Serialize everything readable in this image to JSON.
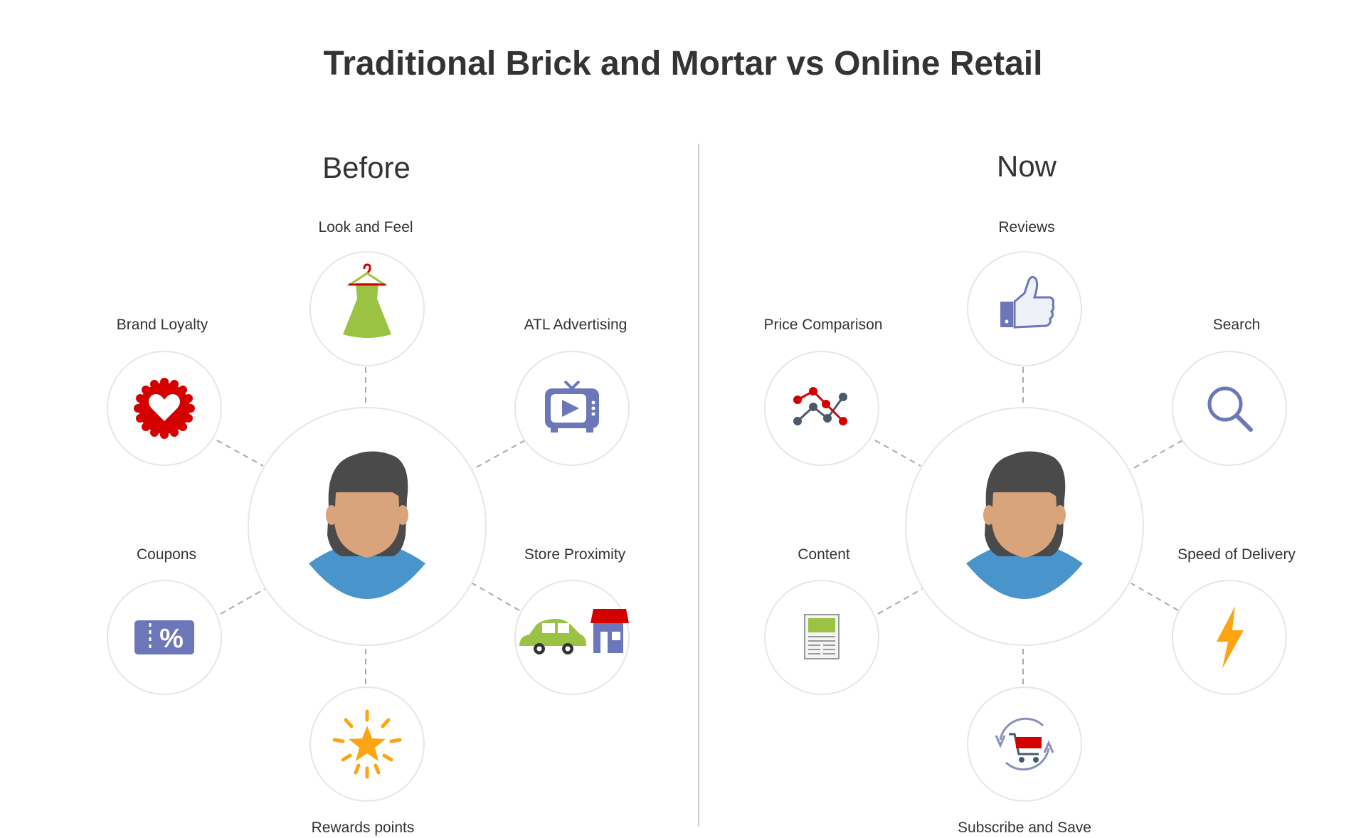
{
  "title": "Traditional Brick and Mortar vs Online Retail",
  "colors": {
    "text": "#333333",
    "circle_stroke": "#e6e6e6",
    "connector": "#aaaaaa",
    "divider": "#cccccc",
    "skin": "#D9A47C",
    "hair": "#4a4a4a",
    "shirt": "#4A94CC",
    "red": "#D40000",
    "green": "#9BC242",
    "blue_gray": "#6B77B8",
    "orange": "#FDA412"
  },
  "before": {
    "heading": "Before",
    "center_icon": "person-avatar-icon",
    "nodes": [
      {
        "label": "Look and Feel",
        "icon": "dress-on-hanger-icon"
      },
      {
        "label": "Brand Loyalty",
        "icon": "heart-badge-icon"
      },
      {
        "label": "ATL Advertising",
        "icon": "tv-play-icon"
      },
      {
        "label": "Coupons",
        "icon": "percent-ticket-icon"
      },
      {
        "label": "Store Proximity",
        "icon": "car-and-store-icon"
      },
      {
        "label": "Rewards points",
        "icon": "shining-star-icon"
      }
    ]
  },
  "now": {
    "heading": "Now",
    "center_icon": "person-avatar-icon",
    "nodes": [
      {
        "label": "Reviews",
        "icon": "thumbs-up-icon"
      },
      {
        "label": "Price Comparison",
        "icon": "line-graph-icon"
      },
      {
        "label": "Search",
        "icon": "magnifier-icon"
      },
      {
        "label": "Content",
        "icon": "document-icon"
      },
      {
        "label": "Speed of Delivery",
        "icon": "lightning-icon"
      },
      {
        "label": "Subscribe and Save",
        "icon": "cart-refresh-icon"
      }
    ]
  }
}
